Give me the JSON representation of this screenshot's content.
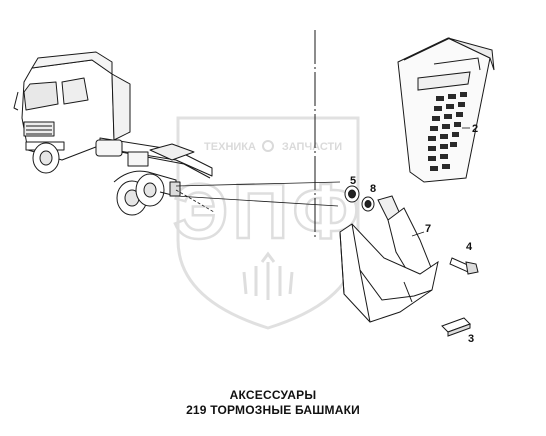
{
  "watermark": {
    "top_text_left": "ТЕХНИКА",
    "top_text_right": "ЗАПЧАСТИ",
    "logo_text": "ЭПФ",
    "icon": "wheat-sheaf-icon"
  },
  "callouts": {
    "c2": "2",
    "c3": "3",
    "c4": "4",
    "c5": "5",
    "c7": "7",
    "c8": "8"
  },
  "caption": {
    "line1": "АКСЕССУАРЫ",
    "line2": "219  ТОРМОЗНЫЕ БАШМАКИ"
  },
  "colors": {
    "line": "#1a1a1a",
    "watermark": "#cfcfcf"
  }
}
